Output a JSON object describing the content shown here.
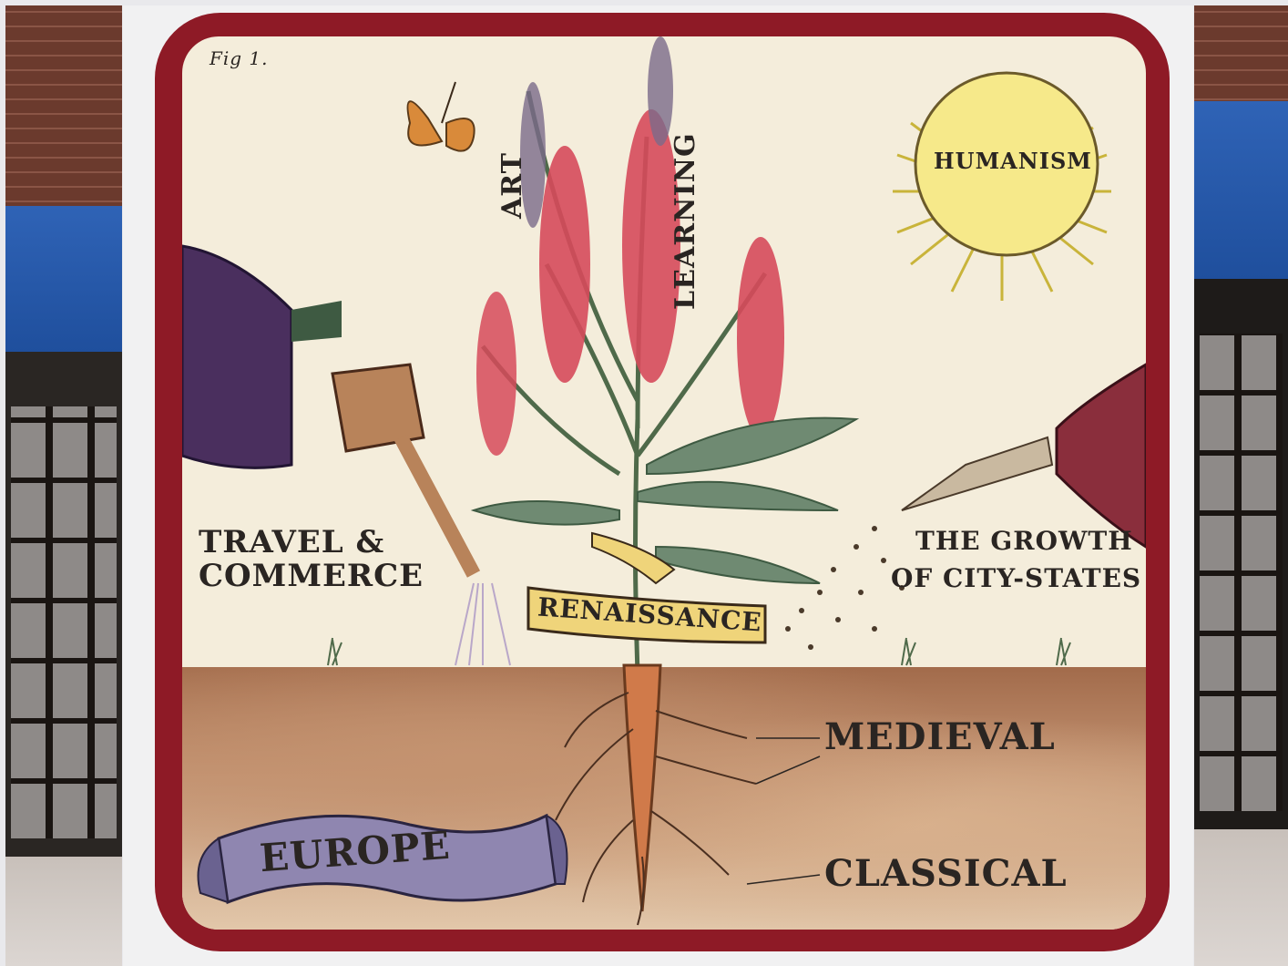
{
  "figure_label": "Fig 1.",
  "labels": {
    "art": "ART",
    "learning": "LEARNING",
    "humanism": "HUMANISM",
    "travel_line1": "TRAVEL &",
    "travel_line2": "COMMERCE",
    "growth_line1": "THE GROWTH",
    "growth_line2": "OF CITY-STATES",
    "renaissance": "RENAISSANCE",
    "medieval": "MEDIEVAL",
    "classical": "CLASSICAL",
    "europe": "EUROPE"
  },
  "colors": {
    "frame": "#8e1a26",
    "panel": "#f4eddb",
    "soil": "#b07a57",
    "flowers": "#d64a5b",
    "leaves": "#6f8a72",
    "sun": "#f6e98a",
    "robe_left": "#4a2f5e",
    "robe_right": "#8a2e3c",
    "europe_banner": "#8f86b0"
  }
}
